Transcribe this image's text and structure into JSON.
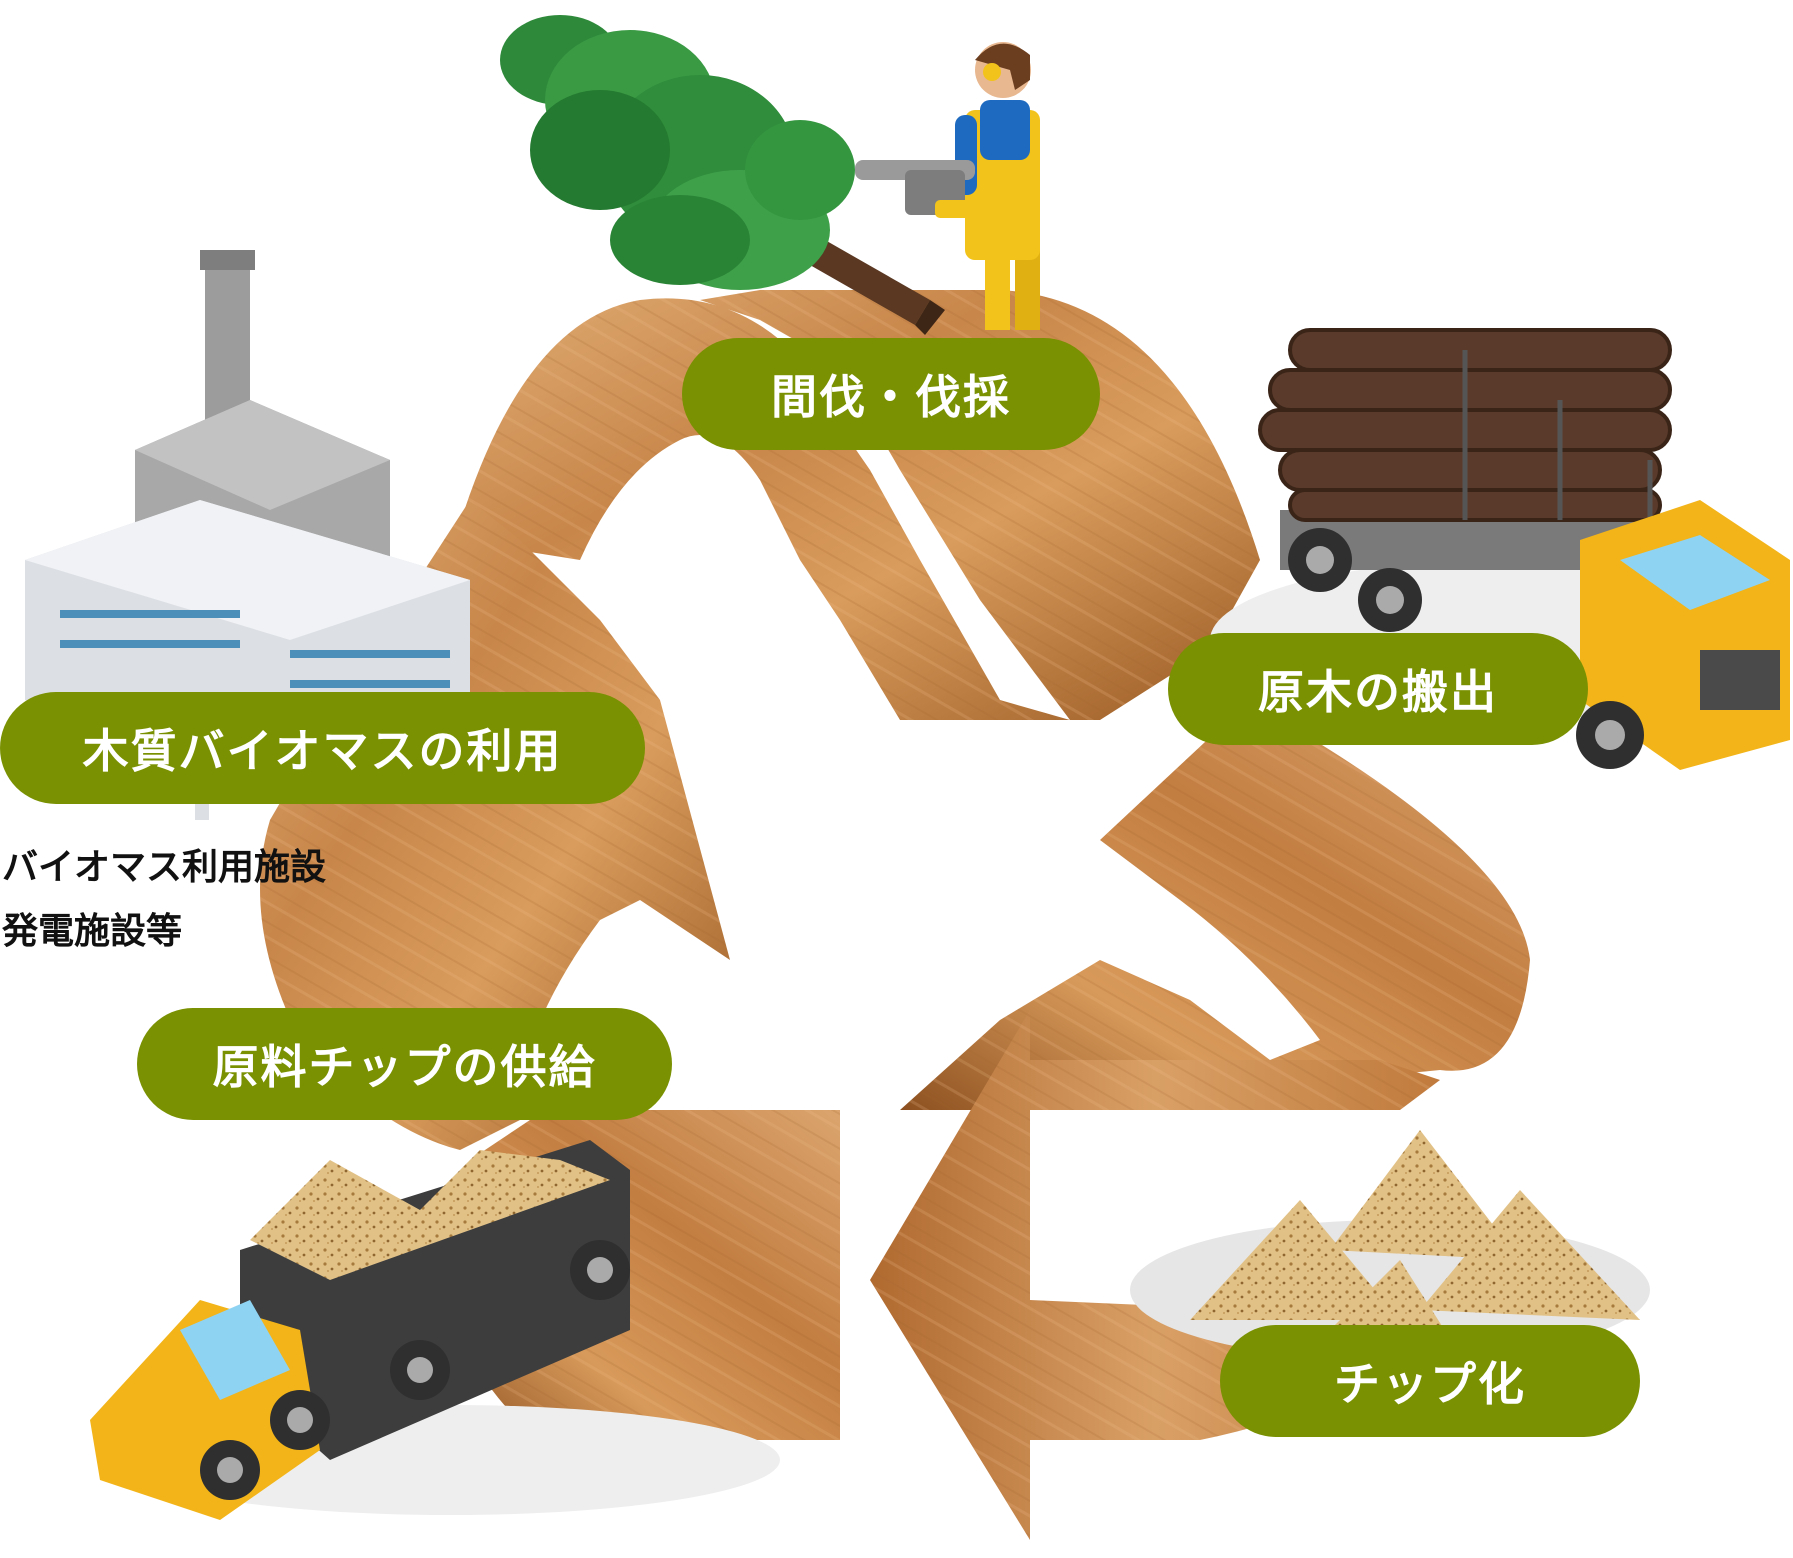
{
  "steps": {
    "felling": "間伐・伐採",
    "transport": "原木の搬出",
    "chipping": "チップ化",
    "supply": "原料チップの供給",
    "biomass": "木質バイオマスの利用"
  },
  "notes": {
    "line1": "バイオマス利用施設",
    "line2": "発電施設等"
  },
  "colors": {
    "label_bg": "#7a9102",
    "label_text": "#ffffff",
    "wood_light": "#d9a46a",
    "wood_dark": "#8a5220",
    "tree": "#2e8a3a",
    "truck": "#f2b418",
    "logs": "#5a3a2a",
    "chips": "#e2c186"
  },
  "icons": [
    "chainsaw-worker-icon",
    "falling-tree-icon",
    "log-truck-icon",
    "wood-chip-pile-icon",
    "chip-dump-truck-icon",
    "biomass-plant-icon"
  ]
}
